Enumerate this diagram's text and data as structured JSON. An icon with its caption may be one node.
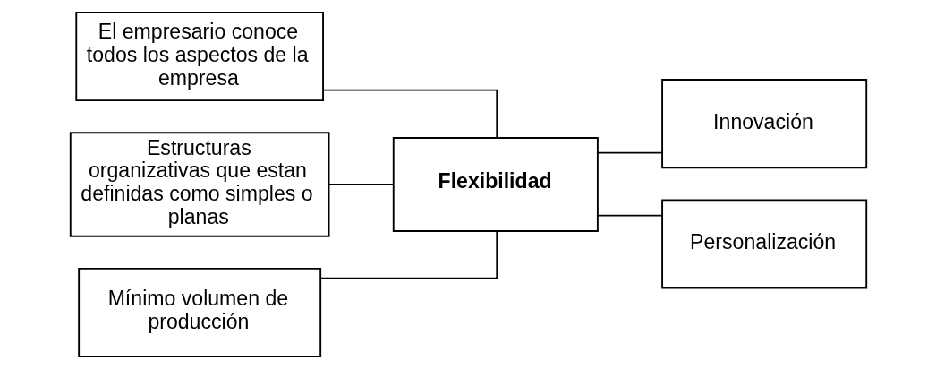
{
  "diagram": {
    "nodes": [
      {
        "text": [
          "El empresario conoce todos los aspectos de la empresa"
        ]
      },
      {
        "text": [
          "Estructuras organizativas que estan definidas como simples o planas"
        ]
      },
      {
        "text": [
          "Mínimo volumen de producción"
        ]
      },
      {
        "text": [
          "Flexibilidad"
        ]
      },
      {
        "text": [
          "Innovación"
        ]
      },
      {
        "text": [
          "Personalización"
        ]
      }
    ],
    "edges": [
      {
        "from": 0,
        "to": 3,
        "arrow": "none"
      },
      {
        "from": 1,
        "to": 3,
        "arrow": "none"
      },
      {
        "from": 2,
        "to": 3,
        "arrow": "none"
      },
      {
        "from": 3,
        "to": 4,
        "arrow": "none"
      },
      {
        "from": 3,
        "to": 5,
        "arrow": "none"
      }
    ]
  }
}
